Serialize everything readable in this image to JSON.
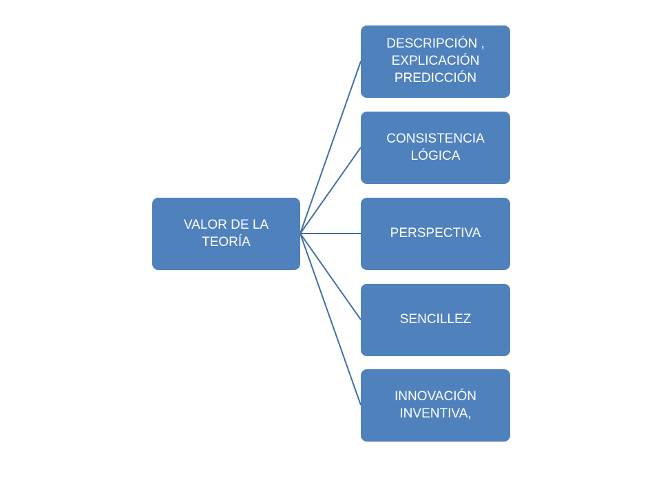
{
  "diagram": {
    "root": {
      "label": "VALOR DE LA\nTEORÍA"
    },
    "children": [
      {
        "label": "DESCRIPCIÓN ,\nEXPLICACIÓN\nPREDICCIÓN"
      },
      {
        "label": "CONSISTENCIA\nLÓGICA"
      },
      {
        "label": "PERSPECTIVA"
      },
      {
        "label": "SENCILLEZ"
      },
      {
        "label": "INNOVACIÓN\nINVENTIVA,"
      }
    ],
    "colors": {
      "box_fill": "#4f81bd",
      "box_text": "#ffffff",
      "connector": "#3f6ea5"
    }
  }
}
